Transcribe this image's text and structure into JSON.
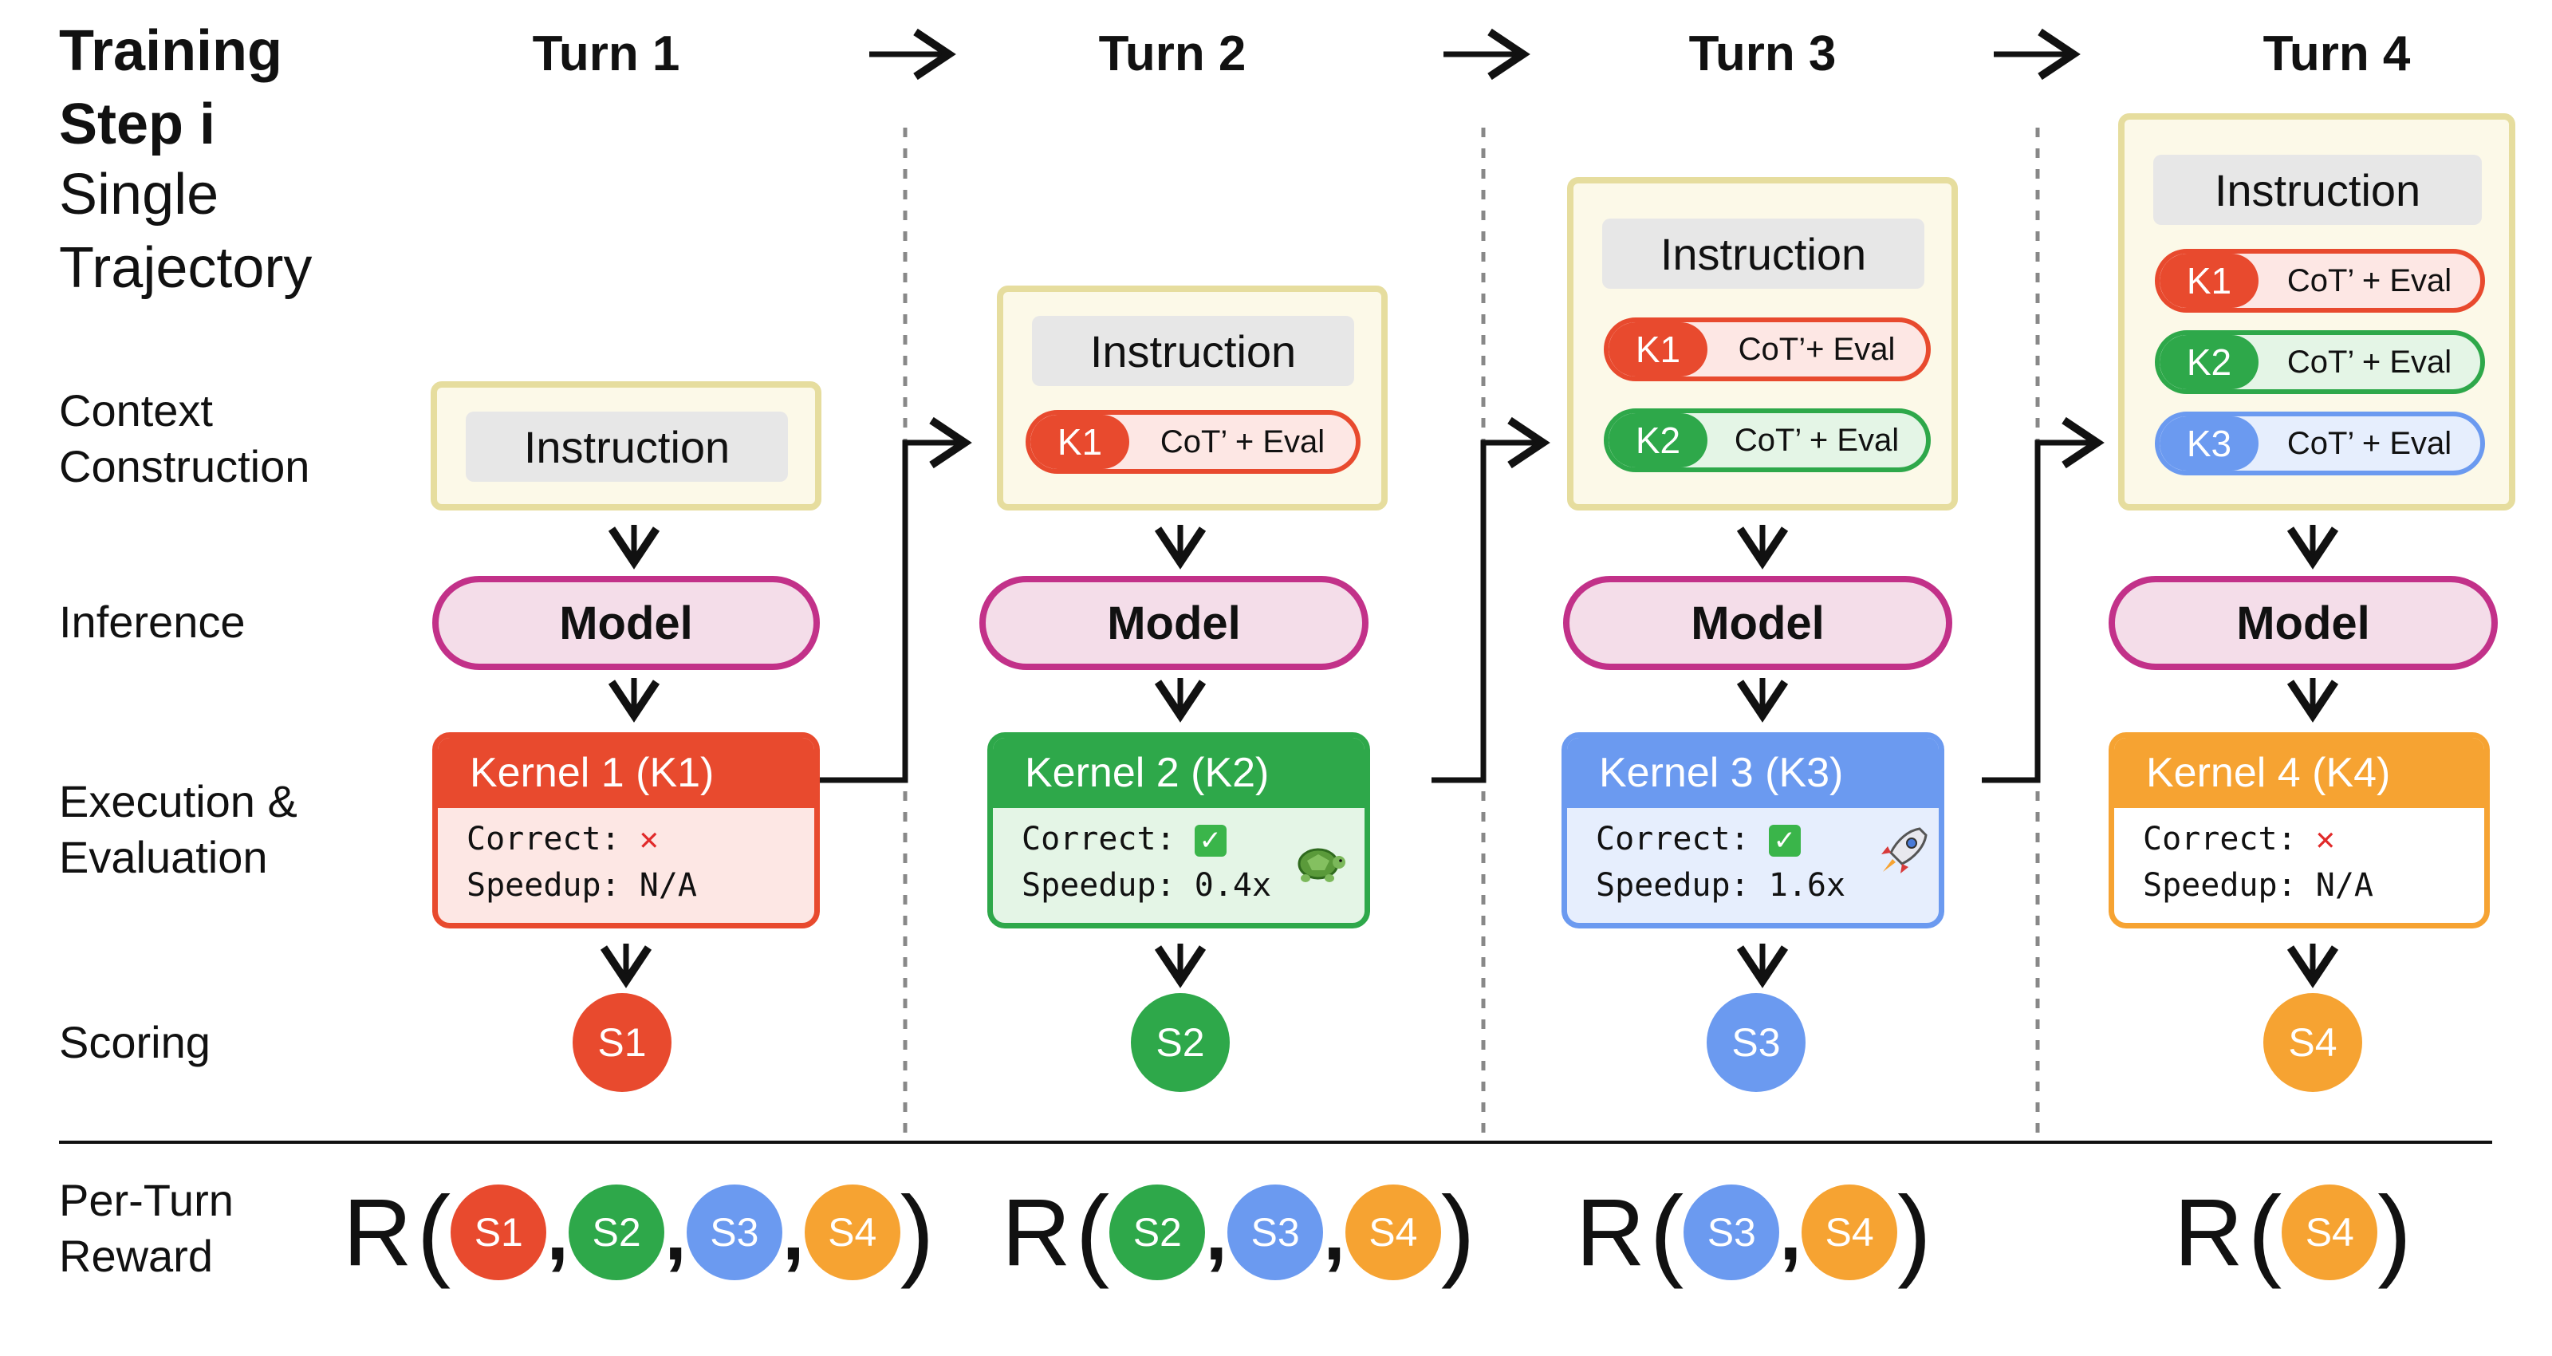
{
  "header": {
    "step_line1": "Training",
    "step_line2": "Step i",
    "traj_line1": "Single",
    "traj_line2": "Trajectory"
  },
  "row_labels": {
    "context_1": "Context",
    "context_2": "Construction",
    "inference": "Inference",
    "exec_1": "Execution &",
    "exec_2": "Evaluation",
    "scoring": "Scoring",
    "reward_1": "Per-Turn",
    "reward_2": "Reward"
  },
  "turns": [
    {
      "title": "Turn 1",
      "instruction": "Instruction",
      "history": [],
      "model": "Model",
      "kernel_title": "Kernel 1 (K1)",
      "correct_label": "Correct:",
      "correct": "✕",
      "speedup_label": "Speedup:",
      "speedup": "N/A",
      "score": "S1"
    },
    {
      "title": "Turn 2",
      "instruction": "Instruction",
      "history": [
        {
          "tag": "K1",
          "text": "CoT’ + Eval"
        }
      ],
      "model": "Model",
      "kernel_title": "Kernel 2 (K2)",
      "correct_label": "Correct:",
      "correct": "✓",
      "speedup_label": "Speedup:",
      "speedup": "0.4x",
      "score": "S2"
    },
    {
      "title": "Turn 3",
      "instruction": "Instruction",
      "history": [
        {
          "tag": "K1",
          "text": "CoT’+ Eval"
        },
        {
          "tag": "K2",
          "text": "CoT’ + Eval"
        }
      ],
      "model": "Model",
      "kernel_title": "Kernel 3 (K3)",
      "correct_label": "Correct:",
      "correct": "✓",
      "speedup_label": "Speedup:",
      "speedup": "1.6x",
      "score": "S3"
    },
    {
      "title": "Turn 4",
      "instruction": "Instruction",
      "history": [
        {
          "tag": "K1",
          "text": "CoT’ + Eval"
        },
        {
          "tag": "K2",
          "text": "CoT’ + Eval"
        },
        {
          "tag": "K3",
          "text": "CoT’ + Eval"
        }
      ],
      "model": "Model",
      "kernel_title": "Kernel 4 (K4)",
      "correct_label": "Correct:",
      "correct": "✕",
      "speedup_label": "Speedup:",
      "speedup": "N/A",
      "score": "S4"
    }
  ],
  "rewards": [
    {
      "R": "R",
      "scores": [
        "S1",
        "S2",
        "S3",
        "S4"
      ]
    },
    {
      "R": "R",
      "scores": [
        "S2",
        "S3",
        "S4"
      ]
    },
    {
      "R": "R",
      "scores": [
        "S3",
        "S4"
      ]
    },
    {
      "R": "R",
      "scores": [
        "S4"
      ]
    }
  ],
  "colors": {
    "S1": "#e84a2e",
    "S2": "#2ea84a",
    "S3": "#6b9af0",
    "S4": "#f6a332",
    "K1": "#e84a2e",
    "K2": "#2ea84a",
    "K3": "#6b9af0",
    "K4": "#f6a332",
    "model_border": "#c23189",
    "context_border": "#e6dd9e"
  }
}
